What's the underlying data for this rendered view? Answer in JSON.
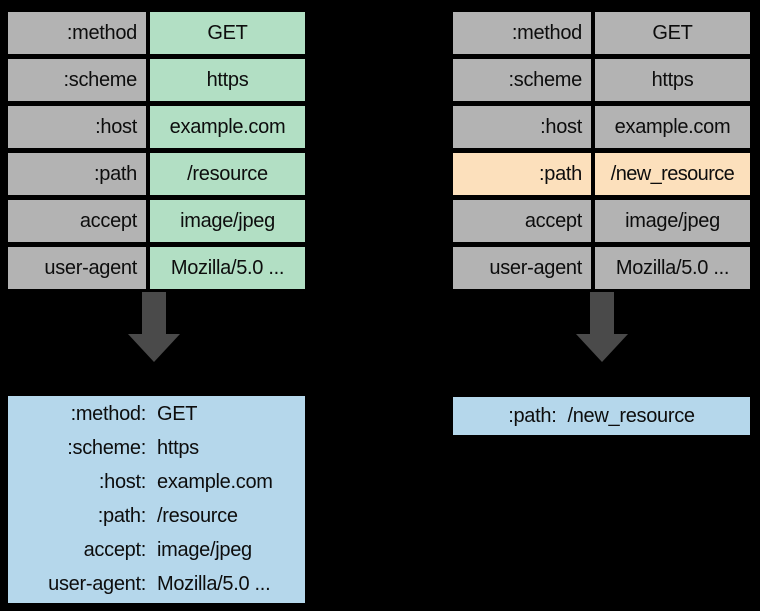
{
  "colors": {
    "background": "#000000",
    "key_cell": "#b3b3b3",
    "value_green": "#b2dfc4",
    "value_gray": "#b3b3b3",
    "highlight": "#fce0bc",
    "encoded_box": "#b5d7eb",
    "arrow": "#4a4a4a",
    "text_color": "#0d0d0d"
  },
  "icons": {
    "arrow": "down-arrow"
  },
  "request1": {
    "table": {
      "rows": [
        {
          "key": ":method",
          "value": "GET"
        },
        {
          "key": ":scheme",
          "value": "https"
        },
        {
          "key": ":host",
          "value": "example.com"
        },
        {
          "key": ":path",
          "value": "/resource"
        },
        {
          "key": "accept",
          "value": "image/jpeg"
        },
        {
          "key": "user-agent",
          "value": "Mozilla/5.0 ..."
        }
      ]
    },
    "encoded": {
      "lines": [
        {
          "key": ":method:",
          "value": "GET"
        },
        {
          "key": ":scheme:",
          "value": "https"
        },
        {
          "key": ":host:",
          "value": "example.com"
        },
        {
          "key": ":path:",
          "value": "/resource"
        },
        {
          "key": "accept:",
          "value": "image/jpeg"
        },
        {
          "key": "user-agent:",
          "value": "Mozilla/5.0 ..."
        }
      ]
    }
  },
  "request2": {
    "table": {
      "rows": [
        {
          "key": ":method",
          "value": "GET"
        },
        {
          "key": ":scheme",
          "value": "https"
        },
        {
          "key": ":host",
          "value": "example.com"
        },
        {
          "key": ":path",
          "value": "/new_resource",
          "highlighted": true
        },
        {
          "key": "accept",
          "value": "image/jpeg"
        },
        {
          "key": "user-agent",
          "value": "Mozilla/5.0 ..."
        }
      ]
    },
    "encoded": {
      "lines": [
        {
          "key": ":path:",
          "value": "/new_resource"
        }
      ]
    }
  }
}
